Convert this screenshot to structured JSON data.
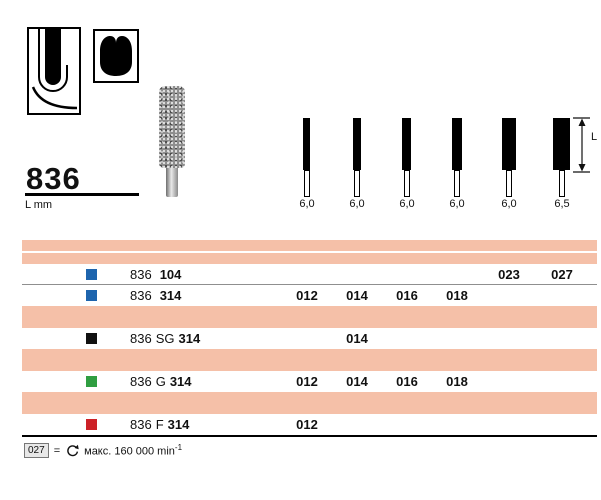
{
  "header": {
    "family": "836",
    "length_unit_label": "L mm",
    "dimension_label": "L",
    "lengths": [
      "6,0",
      "6,0",
      "6,0",
      "6,0",
      "6,0",
      "6,5"
    ]
  },
  "icons": {
    "rotation_speed": "circular-arrow",
    "length_dimension": "double-headed-arrow",
    "application_pictogram": "bur-on-surface",
    "head_shape_pictogram": "cylinder-cross-section"
  },
  "table": {
    "band_color": "#f5c0a8",
    "rows": [
      {
        "swatch_color": "#1d64ad",
        "prefix": "836",
        "variant": "",
        "code": "104",
        "sizes": [
          "",
          "",
          "",
          "",
          "023",
          "027"
        ]
      },
      {
        "swatch_color": "#1d64ad",
        "prefix": "836",
        "variant": "",
        "code": "314",
        "sizes": [
          "012",
          "014",
          "016",
          "018",
          "",
          ""
        ]
      },
      {
        "swatch_color": "#111111",
        "prefix": "836",
        "variant": "SG",
        "code": "314",
        "sizes": [
          "",
          "014",
          "",
          "",
          "",
          ""
        ]
      },
      {
        "swatch_color": "#2f9e41",
        "prefix": "836",
        "variant": "G",
        "code": "314",
        "sizes": [
          "012",
          "014",
          "016",
          "018",
          "",
          ""
        ]
      },
      {
        "swatch_color": "#cc2127",
        "prefix": "836",
        "variant": "F",
        "code": "314",
        "sizes": [
          "012",
          "",
          "",
          "",
          "",
          ""
        ]
      }
    ]
  },
  "footer": {
    "code": "027",
    "equals_sign": "=",
    "max_speed_text": "макс. 160 000 min",
    "max_speed_exponent": "-1"
  }
}
